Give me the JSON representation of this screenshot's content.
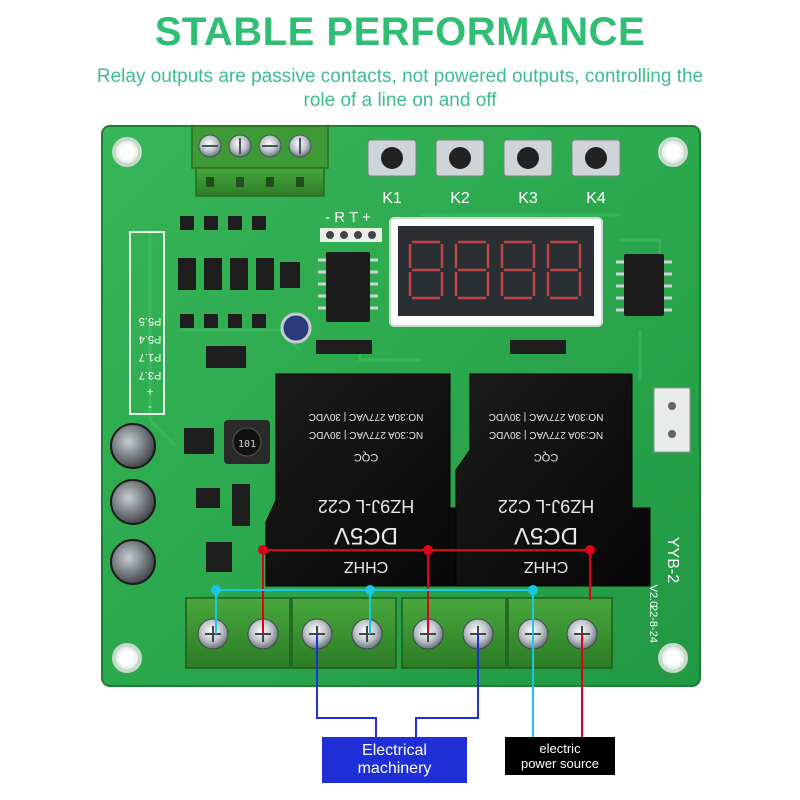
{
  "header": {
    "title": "STABLE PERFORMANCE",
    "subtitle": "Relay outputs are passive contacts, not powered outputs, controlling the role of a line on and off"
  },
  "board": {
    "keys": [
      "K1",
      "K2",
      "K3",
      "K4"
    ],
    "header_pins_label": "- R T +",
    "side_pins": [
      "P5.5",
      "P5.4",
      "P1.7",
      "P3.7",
      "+",
      "-"
    ],
    "relay_text": {
      "brand": "CHHZ",
      "model": "HZ9J-L C22",
      "coil": "DC5V",
      "rating1": "NO:30A 277VAC | 30VDC",
      "rating2": "NC:30A 277VAC | 30VDC",
      "cert": "CQC"
    },
    "board_name": "YYB-2",
    "version": "V2.0",
    "date": "22-8-24",
    "inductor_code": "101"
  },
  "labels": {
    "machinery": "Electrical\nmachinery",
    "power": "electric\npower source"
  },
  "colors": {
    "heading": "#2fbe73",
    "subtitle": "#3bbf8b",
    "pcb": "#29a84c",
    "wire_red": "#e0001b",
    "wire_cyan": "#18c7e6",
    "wire_blue": "#1f2fd6"
  }
}
